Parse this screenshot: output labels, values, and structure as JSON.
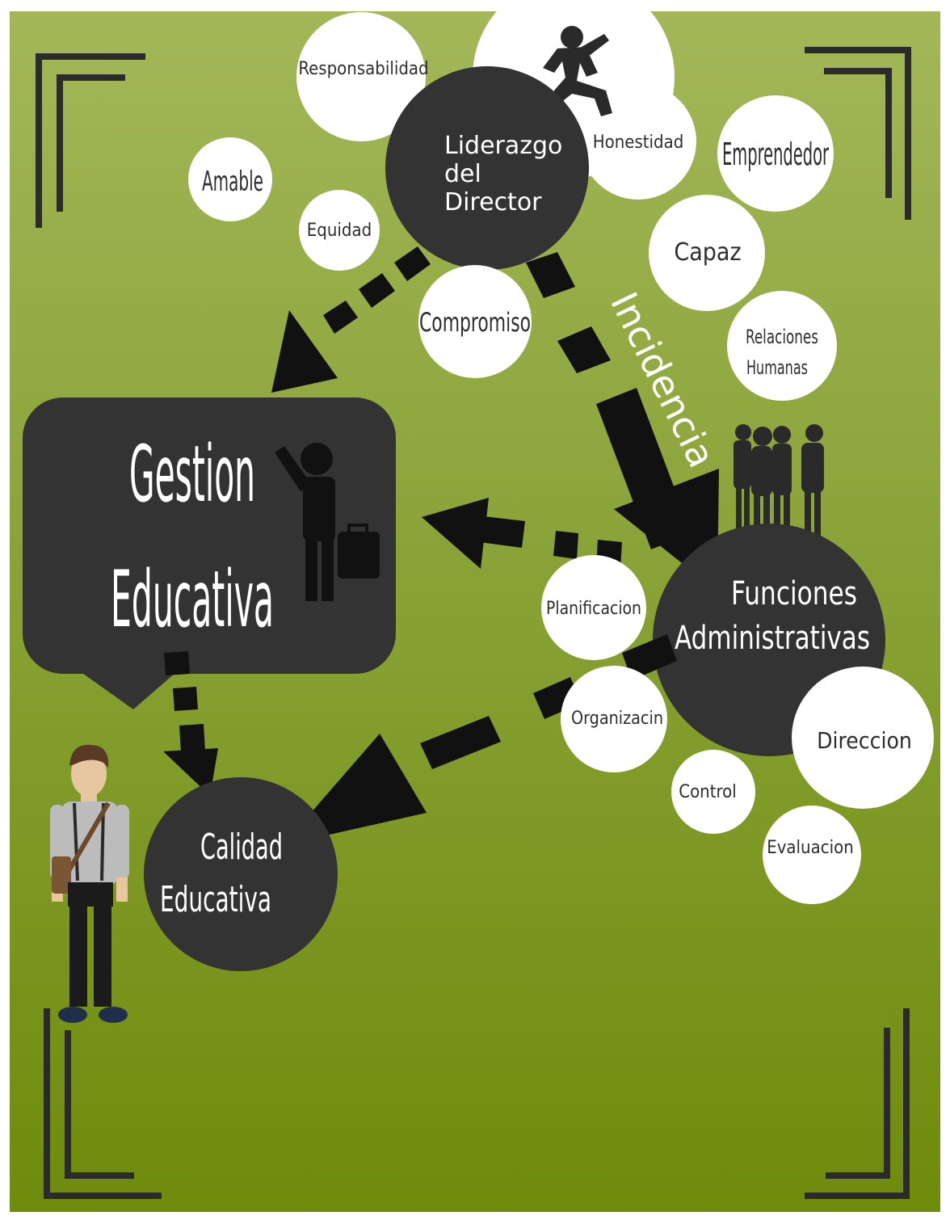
{
  "colors": {
    "background_top": "#a3b758",
    "background_bottom": "#6f8b0c",
    "dark_node": "#333333",
    "white_bubble": "#ffffff",
    "frame": "#2b2b2b"
  },
  "main_nodes": {
    "liderazgo": [
      "Liderazgo",
      "del",
      "Director"
    ],
    "gestion": [
      "Gestion",
      "Educativa"
    ],
    "funciones": [
      "Funciones",
      "Administrativas"
    ],
    "calidad": [
      "Calidad",
      "Educativa"
    ]
  },
  "edge_label": "Incidencia",
  "leadership_traits": {
    "responsabilidad": "Responsabilidad",
    "honestidad": "Honestidad",
    "emprendedor": "Emprendedor",
    "amable": "Amable",
    "equidad": "Equidad",
    "capaz": "Capaz",
    "compromiso": "Compromiso",
    "relaciones": [
      "Relaciones",
      "Humanas"
    ]
  },
  "admin_functions": {
    "planificacion": "Planificacion",
    "organizacion": "Organizacin",
    "direccion": "Direccion",
    "control": "Control",
    "evaluacion": "Evaluacion"
  },
  "icons": [
    "running-man-icon",
    "teacher-with-briefcase-icon",
    "group-of-people-icon",
    "student-figure-icon"
  ]
}
